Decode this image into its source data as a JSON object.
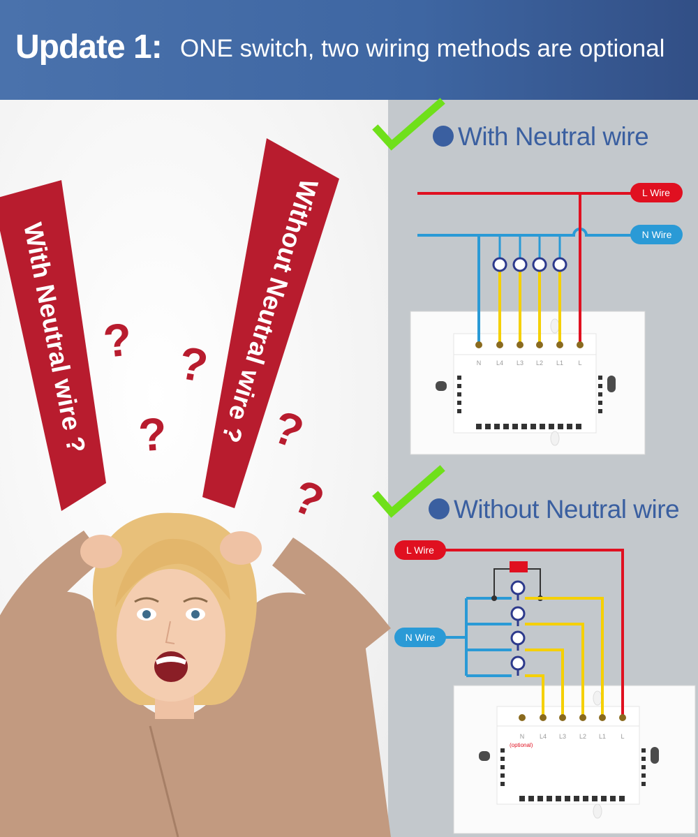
{
  "header": {
    "bold": "Update 1:",
    "rest": "ONE switch, two wiring methods are optional"
  },
  "banners": {
    "left": "With Neutral wire ?",
    "right": "Without Neutral wire ?"
  },
  "question_mark": "?",
  "sections": {
    "with": {
      "title": "With Neutral wire",
      "l_wire": "L Wire",
      "n_wire": "N Wire",
      "terminals": [
        "N",
        "L4",
        "L3",
        "L2",
        "L1",
        "L"
      ]
    },
    "without": {
      "title": "Without Neutral wire",
      "l_wire": "L Wire",
      "n_wire": "N Wire",
      "terminals": [
        "N",
        "L4",
        "L3",
        "L2",
        "L1",
        "L"
      ],
      "optional": "(optional)"
    }
  },
  "colors": {
    "header": "#3e66a2",
    "banner": "#b81c2e",
    "title": "#3a5fa0",
    "live_wire": "#e01020",
    "neutral_wire": "#2a9ad6",
    "load_wire": "#f5d000",
    "check": "#6fe01a"
  },
  "icons": [
    "check-icon",
    "bulb-icon",
    "resistor-icon"
  ]
}
